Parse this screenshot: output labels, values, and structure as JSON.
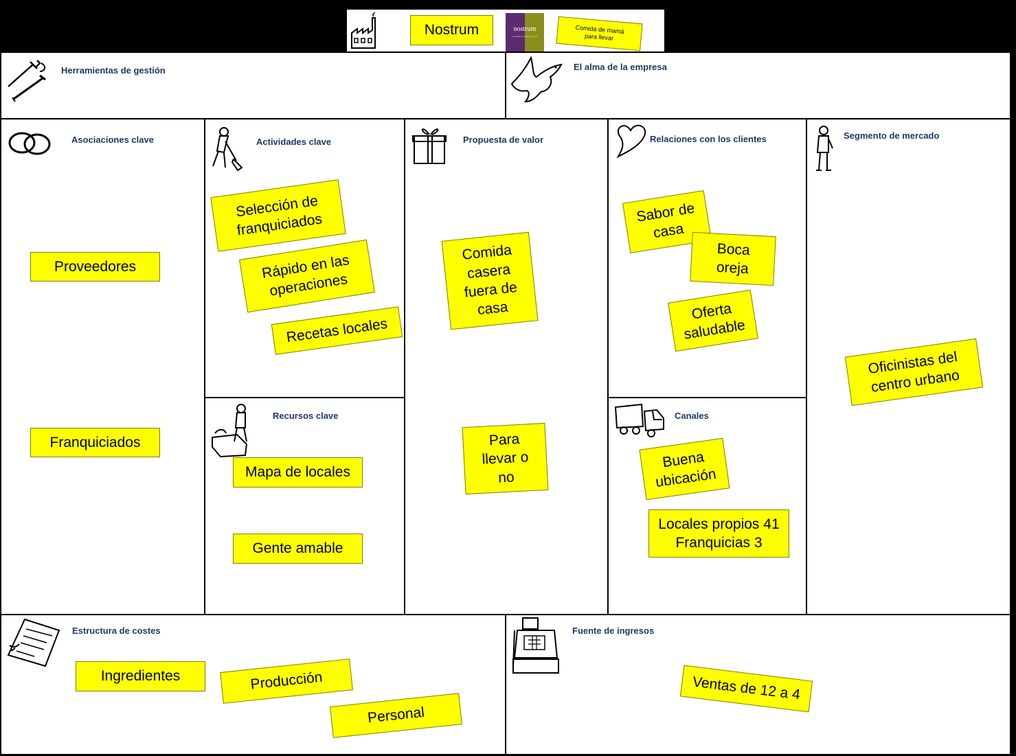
{
  "header": {
    "company": "Nostrum",
    "logo_text": "nostrum",
    "logo_subtext": "la comida de mamá para llevar",
    "tagline": "Comida de mamá\npara llevar",
    "logo_colors": {
      "purple": "#5b2c6f",
      "olive": "#8a8f1c"
    }
  },
  "colors": {
    "note": "#ffff00",
    "title": "#1f3864"
  },
  "sections": {
    "herramientas": {
      "title": "Herramientas de gestión",
      "icon": "tools-icon"
    },
    "alma": {
      "title": "El alma de la empresa",
      "icon": "dove-icon"
    },
    "asociaciones": {
      "title": "Asociaciones clave",
      "icon": "chain-link-icon",
      "notes": [
        "Proveedores",
        "Franquiciados"
      ]
    },
    "actividades": {
      "title": "Actividades clave",
      "icon": "digging-person-icon",
      "notes": [
        "Selección de\nfranquiciados",
        "Rápido en las\noperaciones",
        "Recetas locales"
      ]
    },
    "recursos": {
      "title": "Recursos clave",
      "icon": "person-with-box-icon",
      "notes": [
        "Mapa de locales",
        "Gente amable"
      ]
    },
    "propuesta": {
      "title": "Propuesta de valor",
      "icon": "gift-icon",
      "notes": [
        "Comida\ncasera\nfuera de\ncasa",
        "Para\nllevar o\nno"
      ]
    },
    "relaciones": {
      "title": "Relaciones con los clientes",
      "icon": "heart-icon",
      "notes": [
        "Sabor de\ncasa",
        "Boca\noreja",
        "Oferta\nsaludable"
      ]
    },
    "canales": {
      "title": "Canales",
      "icon": "truck-icon",
      "notes": [
        "Buena\nubicación",
        "Locales propios 41\nFranquicias 3"
      ]
    },
    "segmento": {
      "title": "Segmento de mercado",
      "icon": "person-icon",
      "notes": [
        "Oficinistas del\ncentro urbano"
      ]
    },
    "costes": {
      "title": "Estructura de costes",
      "icon": "receipt-icon",
      "notes": [
        "Ingredientes",
        "Producción",
        "Personal"
      ]
    },
    "ingresos": {
      "title": "Fuente de ingresos",
      "icon": "cash-register-icon",
      "notes": [
        "Ventas de 12 a 4"
      ]
    }
  }
}
